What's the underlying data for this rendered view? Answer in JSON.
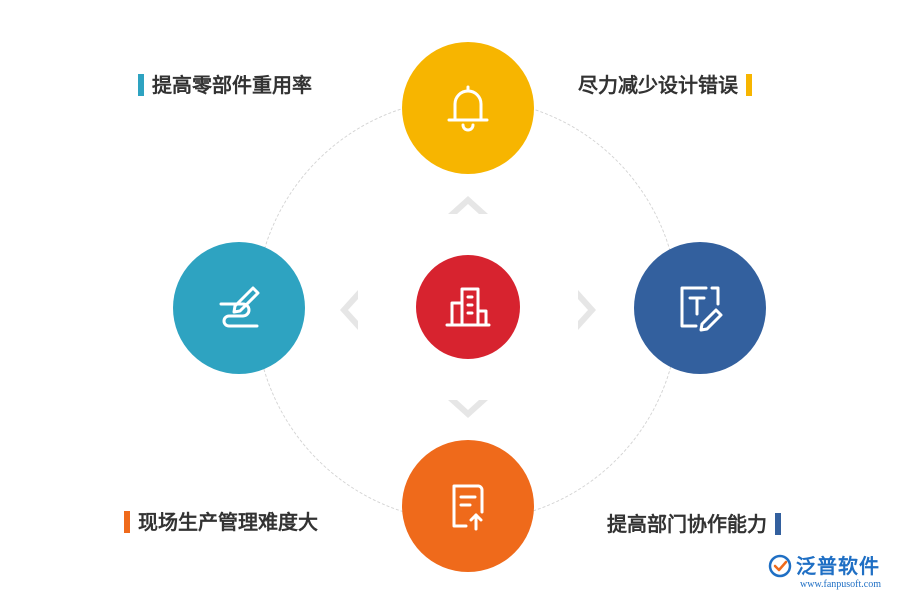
{
  "labels": {
    "top_left": "提高零部件重用率",
    "top_right": "尽力减少设计错误",
    "bottom_left": "现场生产管理难度大",
    "bottom_right": "提高部门协作能力"
  },
  "colors": {
    "yellow": "#f7b500",
    "teal": "#2ea3c1",
    "navy": "#33609e",
    "orange": "#ef6a1b",
    "red": "#d7232f",
    "arrow": "#e6e6e6",
    "ring": "#d4d4d4"
  },
  "icons": {
    "top": "bell-icon",
    "left": "pen-signature-icon",
    "right": "text-edit-icon",
    "bottom": "document-upload-icon",
    "center": "building-icon"
  },
  "watermark": {
    "name": "泛普软件",
    "url": "www.fanpusoft.com"
  }
}
